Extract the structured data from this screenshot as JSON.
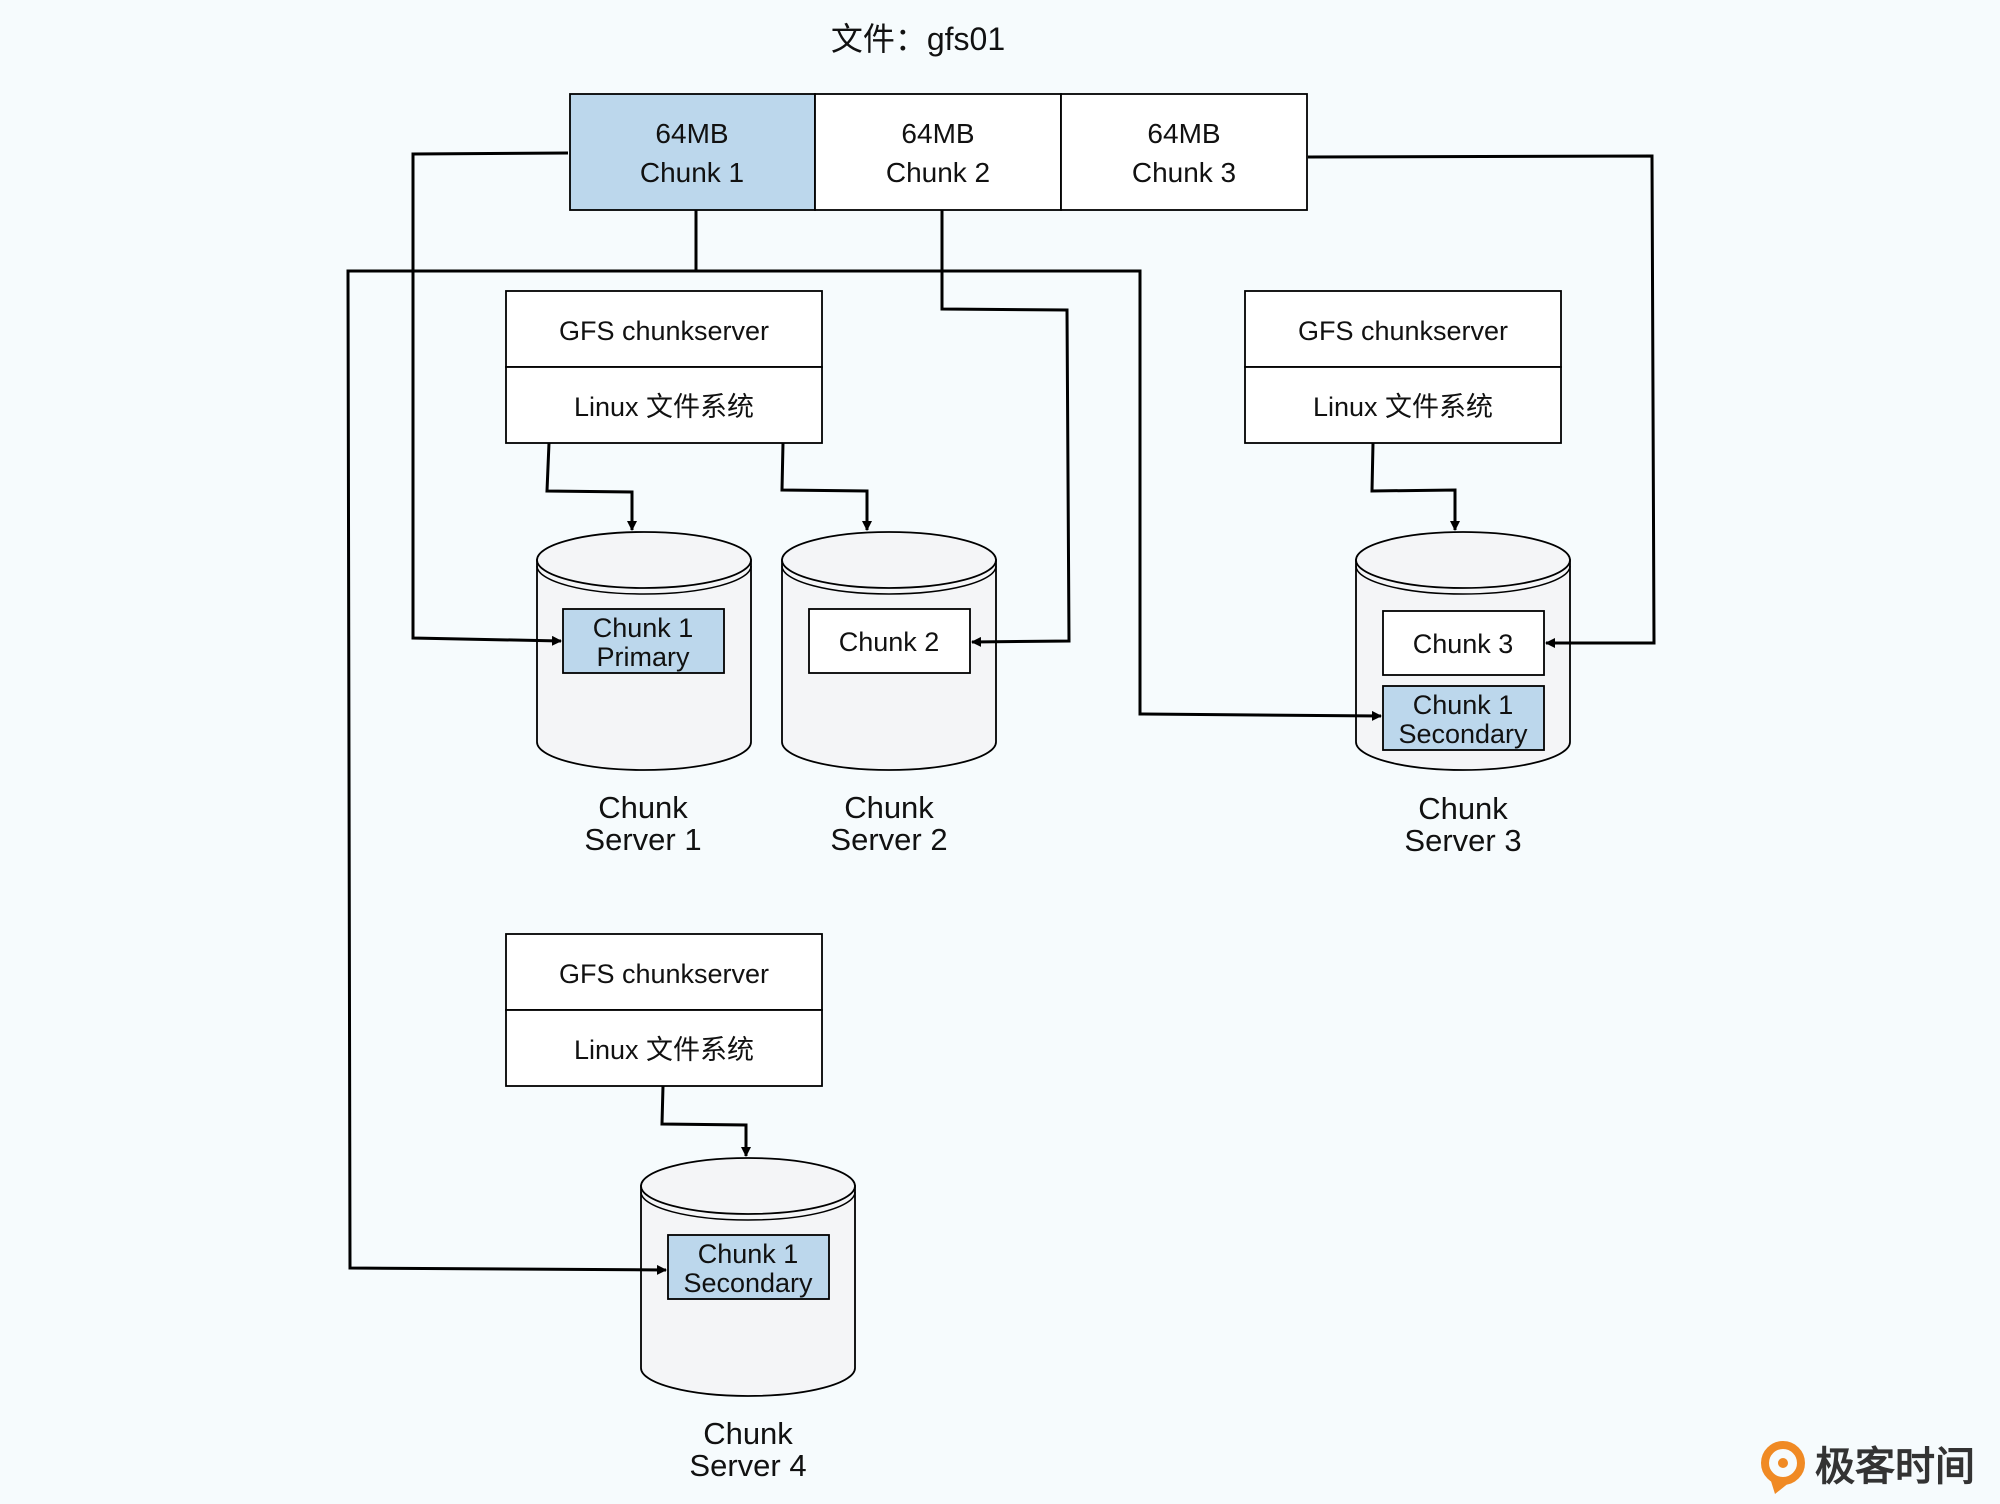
{
  "file": {
    "title": "文件：gfs01"
  },
  "chunks": [
    {
      "size": "64MB",
      "name": "Chunk 1"
    },
    {
      "size": "64MB",
      "name": "Chunk 2"
    },
    {
      "size": "64MB",
      "name": "Chunk 3"
    }
  ],
  "stack": {
    "top": "GFS chunkserver",
    "bottom": "Linux 文件系统"
  },
  "servers": [
    {
      "line1": "Chunk",
      "line2": "Server 1",
      "chunks": [
        {
          "line1": "Chunk 1",
          "line2": "Primary"
        }
      ]
    },
    {
      "line1": "Chunk",
      "line2": "Server 2",
      "chunks": [
        {
          "line1": "Chunk 2"
        }
      ]
    },
    {
      "line1": "Chunk",
      "line2": "Server 3",
      "chunks": [
        {
          "line1": "Chunk 3"
        },
        {
          "line1": "Chunk 1",
          "line2": "Secondary"
        }
      ]
    },
    {
      "line1": "Chunk",
      "line2": "Server 4",
      "chunks": [
        {
          "line1": "Chunk 1",
          "line2": "Secondary"
        }
      ]
    }
  ],
  "brand": {
    "name": "极客时间"
  },
  "colors": {
    "highlight": "#bcd7ec",
    "cylinder": "#f4f5f7",
    "logo": "#f08a24",
    "logo_text": "#333333"
  }
}
